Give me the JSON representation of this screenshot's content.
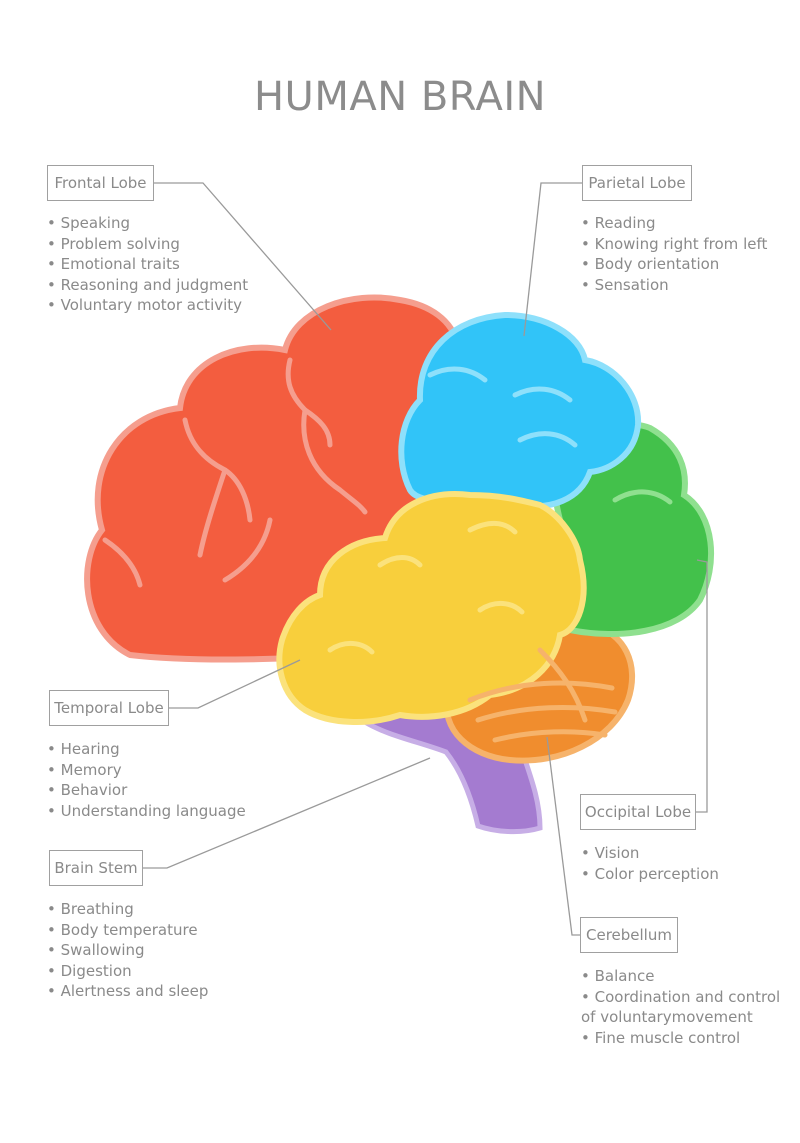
{
  "title": "HUMAN BRAIN",
  "colors": {
    "frontal": "#f35d3f",
    "frontal_outline": "#f59e8e",
    "parietal": "#31c4f8",
    "parietal_outline": "#8ee0fb",
    "occipital": "#43c14b",
    "occipital_outline": "#8fe08f",
    "temporal": "#f8cf3c",
    "temporal_outline": "#fbe27c",
    "cerebellum": "#f08d2e",
    "cerebellum_outline": "#f6b36b",
    "brain_stem": "#a47bd0",
    "brain_stem_outline": "#c7aee6",
    "leader_line": "#9a9a9a"
  },
  "lobes": [
    {
      "id": "frontal",
      "label": "Frontal Lobe",
      "functions": [
        {
          "text": "Speaking",
          "bullet": true
        },
        {
          "text": "Problem solving",
          "bullet": true
        },
        {
          "text": "Emotional traits",
          "bullet": true
        },
        {
          "text": "Reasoning and judgment",
          "bullet": true
        },
        {
          "text": "Voluntary motor activity",
          "bullet": true
        }
      ]
    },
    {
      "id": "parietal",
      "label": "Parietal Lobe",
      "functions": [
        {
          "text": "Reading",
          "bullet": true
        },
        {
          "text": "Knowing right from left",
          "bullet": true
        },
        {
          "text": "Body orientation",
          "bullet": true
        },
        {
          "text": "Sensation",
          "bullet": true
        }
      ]
    },
    {
      "id": "temporal",
      "label": "Temporal Lobe",
      "functions": [
        {
          "text": "Hearing",
          "bullet": true
        },
        {
          "text": "Memory",
          "bullet": true
        },
        {
          "text": "Behavior",
          "bullet": true
        },
        {
          "text": "Understanding language",
          "bullet": true
        }
      ]
    },
    {
      "id": "occipital",
      "label": "Occipital Lobe",
      "functions": [
        {
          "text": "Vision",
          "bullet": true
        },
        {
          "text": "Color perception",
          "bullet": true
        }
      ]
    },
    {
      "id": "brain_stem",
      "label": "Brain Stem",
      "functions": [
        {
          "text": "Breathing",
          "bullet": true
        },
        {
          "text": "Body temperature",
          "bullet": true
        },
        {
          "text": "Swallowing",
          "bullet": true
        },
        {
          "text": "Digestion",
          "bullet": true
        },
        {
          "text": "Alertness and sleep",
          "bullet": true
        }
      ]
    },
    {
      "id": "cerebellum",
      "label": "Cerebellum",
      "functions": [
        {
          "text": "Balance",
          "bullet": true
        },
        {
          "text": "Coordination and control",
          "bullet": true
        },
        {
          "text": "of voluntarymovement",
          "bullet": false
        },
        {
          "text": "Fine muscle control",
          "bullet": true
        }
      ]
    }
  ]
}
